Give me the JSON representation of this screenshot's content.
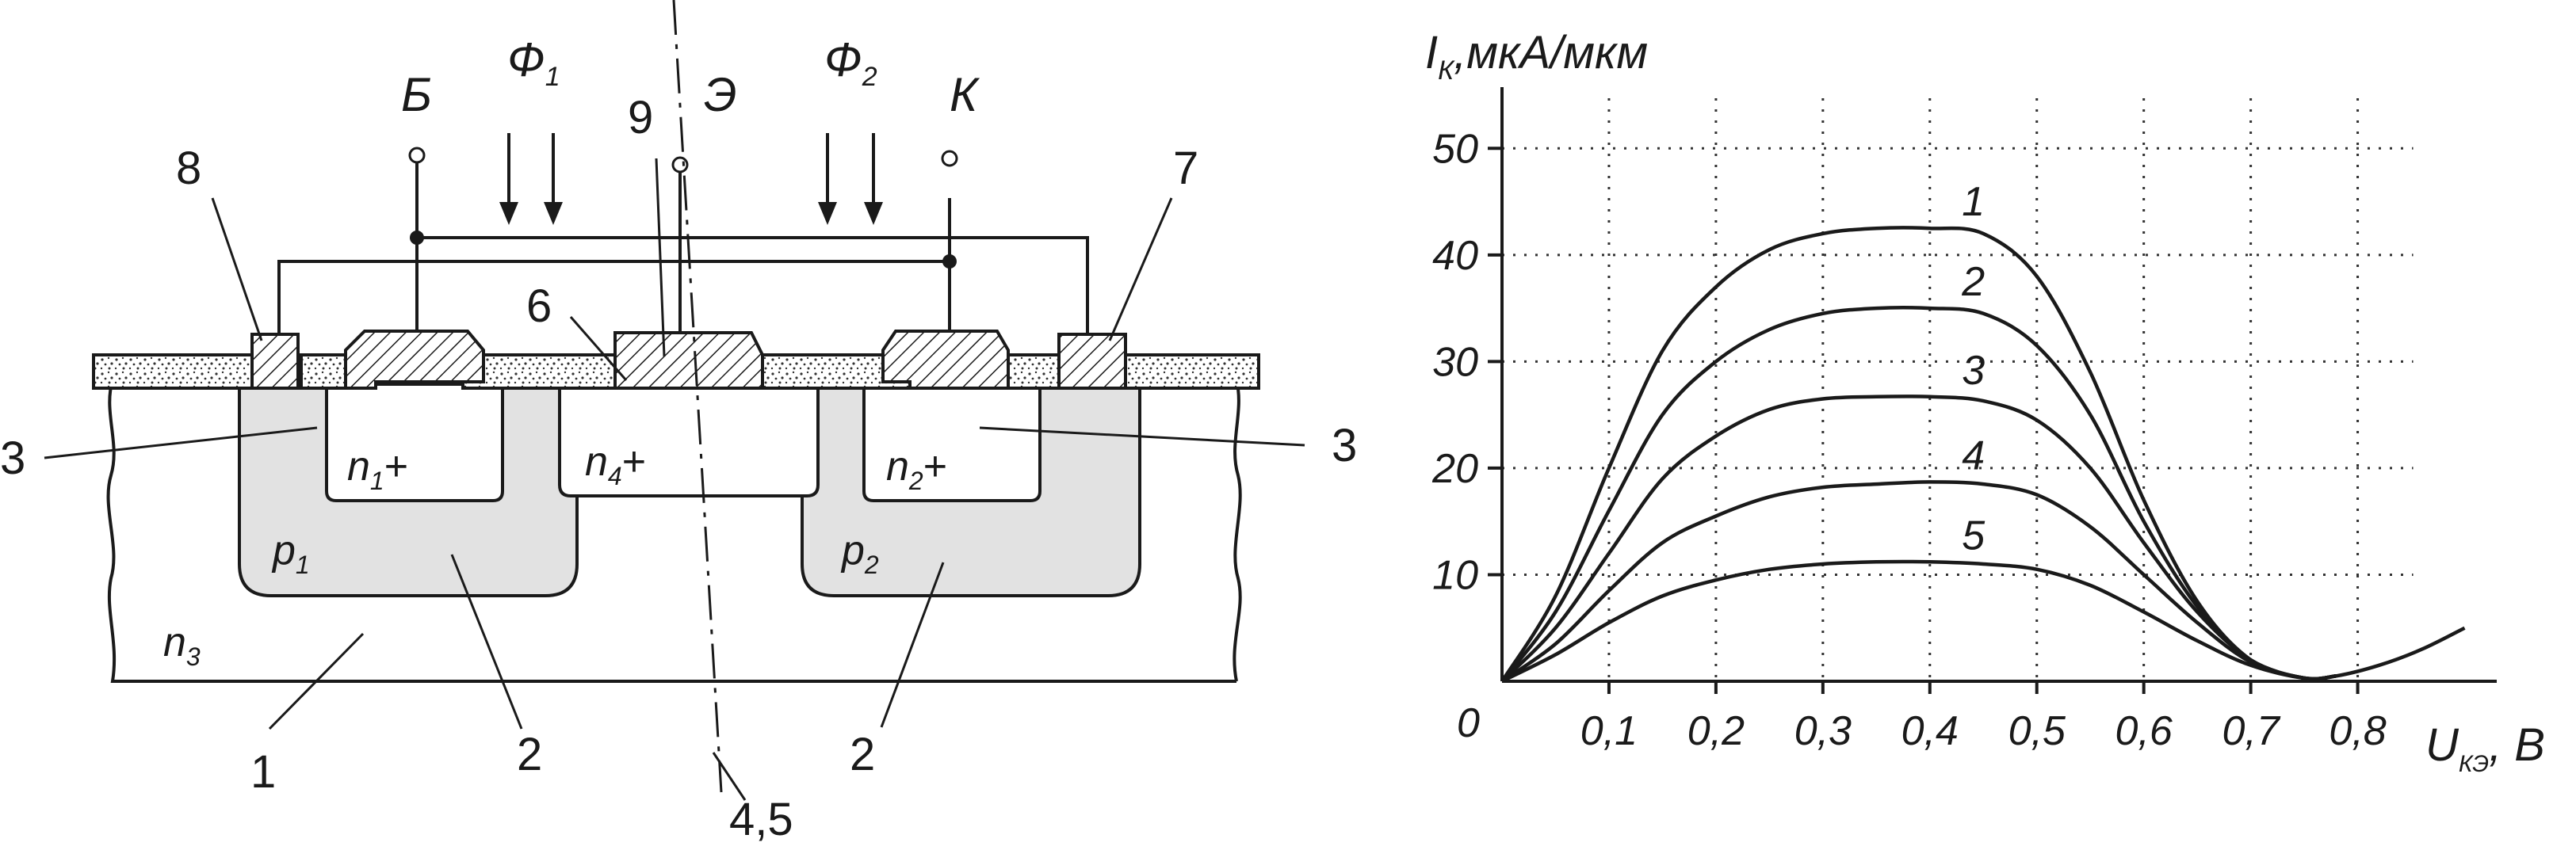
{
  "diagram": {
    "terminals": {
      "base": "Б",
      "emitter": "Э",
      "collector": "К"
    },
    "fluxes": [
      {
        "sym": "Ф",
        "sub": "1"
      },
      {
        "sym": "Ф",
        "sub": "2"
      }
    ],
    "regions": {
      "n1": {
        "main": "n",
        "sub": "1",
        "suffix": "+"
      },
      "n4": {
        "main": "n",
        "sub": "4",
        "suffix": "+"
      },
      "n2": {
        "main": "n",
        "sub": "2",
        "suffix": "+"
      },
      "p1": {
        "main": "p",
        "sub": "1"
      },
      "p2": {
        "main": "p",
        "sub": "2"
      },
      "n3": {
        "main": "n",
        "sub": "3"
      }
    },
    "callouts": {
      "c1": "1",
      "c2a": "2",
      "c2b": "2",
      "c3a": "3",
      "c3b": "3",
      "c45": "4,5",
      "c6": "6",
      "c7": "7",
      "c8": "8",
      "c9": "9"
    }
  },
  "chart_data": {
    "type": "line",
    "ylabel": {
      "main": "I",
      "sub": "К",
      "rest": ",мкА/мкм"
    },
    "xlabel": {
      "main": "U",
      "sub": "КЭ",
      "rest": ", В"
    },
    "origin_label": "0",
    "xlim": [
      0,
      0.93
    ],
    "ylim": [
      0,
      55
    ],
    "x_ticks": [
      0.1,
      0.2,
      0.3,
      0.4,
      0.5,
      0.6,
      0.7,
      0.8
    ],
    "x_tick_labels": [
      "0,1",
      "0,2",
      "0,3",
      "0,4",
      "0,5",
      "0,6",
      "0,7",
      "0,8"
    ],
    "y_ticks": [
      10,
      20,
      30,
      40,
      50
    ],
    "y_tick_labels": [
      "10",
      "20",
      "30",
      "40",
      "50"
    ],
    "grid": "dotted",
    "series": [
      {
        "label": "1",
        "x": [
          0,
          0.05,
          0.1,
          0.15,
          0.2,
          0.25,
          0.3,
          0.35,
          0.4,
          0.45,
          0.5,
          0.55,
          0.6,
          0.65,
          0.7,
          0.75,
          0.78
        ],
        "y": [
          0,
          8,
          20,
          31,
          37,
          40.5,
          42,
          42.5,
          42.5,
          42,
          38,
          29,
          17,
          7.5,
          2,
          0.3,
          0.5
        ]
      },
      {
        "label": "2",
        "x": [
          0,
          0.05,
          0.1,
          0.15,
          0.2,
          0.25,
          0.3,
          0.35,
          0.4,
          0.45,
          0.5,
          0.55,
          0.6,
          0.65,
          0.7,
          0.75,
          0.78
        ],
        "y": [
          0,
          6.5,
          16,
          25,
          30,
          33,
          34.5,
          35,
          35,
          34.5,
          31.5,
          25,
          15,
          7,
          2,
          0.3,
          0.5
        ]
      },
      {
        "label": "3",
        "x": [
          0,
          0.05,
          0.1,
          0.15,
          0.2,
          0.25,
          0.3,
          0.35,
          0.4,
          0.45,
          0.5,
          0.55,
          0.6,
          0.65,
          0.7,
          0.75,
          0.78
        ],
        "y": [
          0,
          5,
          12,
          19,
          23,
          25.5,
          26.5,
          26.7,
          26.7,
          26.3,
          24.5,
          20,
          13,
          6.5,
          2,
          0.3,
          0.5
        ]
      },
      {
        "label": "4",
        "x": [
          0,
          0.05,
          0.1,
          0.15,
          0.2,
          0.25,
          0.3,
          0.35,
          0.4,
          0.45,
          0.5,
          0.55,
          0.6,
          0.65,
          0.7,
          0.75,
          0.78
        ],
        "y": [
          0,
          3.5,
          8.5,
          13,
          15.5,
          17.3,
          18.2,
          18.5,
          18.7,
          18.5,
          17.5,
          14.5,
          10,
          5.5,
          1.8,
          0.3,
          0.5
        ]
      },
      {
        "label": "5",
        "x": [
          0,
          0.05,
          0.1,
          0.15,
          0.2,
          0.25,
          0.3,
          0.35,
          0.4,
          0.45,
          0.5,
          0.55,
          0.6,
          0.65,
          0.7,
          0.75,
          0.78,
          0.82,
          0.86,
          0.9
        ],
        "y": [
          0,
          2.5,
          5.5,
          8,
          9.5,
          10.5,
          11,
          11.2,
          11.2,
          11,
          10.5,
          9,
          6.5,
          3.8,
          1.5,
          0.3,
          0.5,
          1.5,
          3,
          5
        ]
      }
    ]
  }
}
